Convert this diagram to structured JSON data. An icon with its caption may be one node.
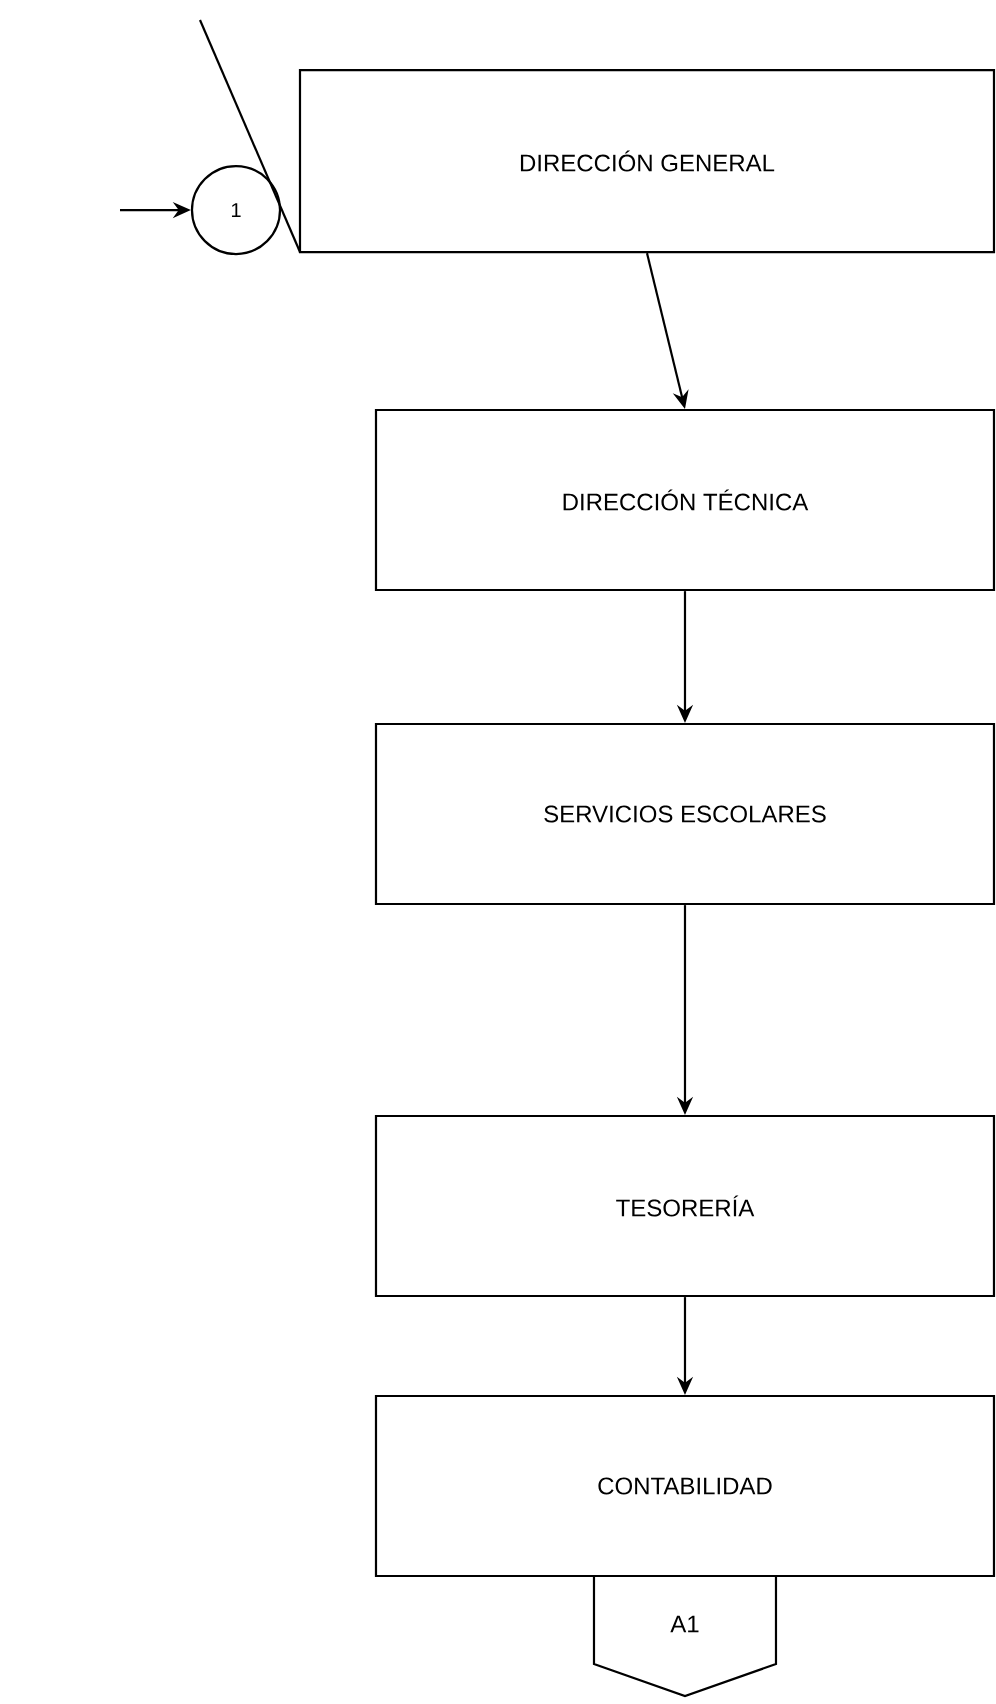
{
  "diagram": {
    "nodes": [
      {
        "text": [
          "1"
        ]
      },
      {
        "text": [
          "DIRECCIÓN GENERAL"
        ]
      },
      {
        "text": [
          "DIRECCIÓN TÉCNICA"
        ]
      },
      {
        "text": [
          "SERVICIOS ESCOLARES"
        ]
      },
      {
        "text": [
          "TESORERÍA"
        ]
      },
      {
        "text": [
          "CONTABILIDAD"
        ]
      },
      {
        "text": [
          "A1"
        ]
      }
    ],
    "edges": [
      {
        "from": null,
        "to": 0,
        "arrow": "to"
      },
      {
        "from": 1,
        "to": 2,
        "arrow": "to"
      },
      {
        "from": 2,
        "to": 3,
        "arrow": "to"
      },
      {
        "from": 3,
        "to": 4,
        "arrow": "to"
      },
      {
        "from": 4,
        "to": 5,
        "arrow": "to"
      }
    ]
  }
}
